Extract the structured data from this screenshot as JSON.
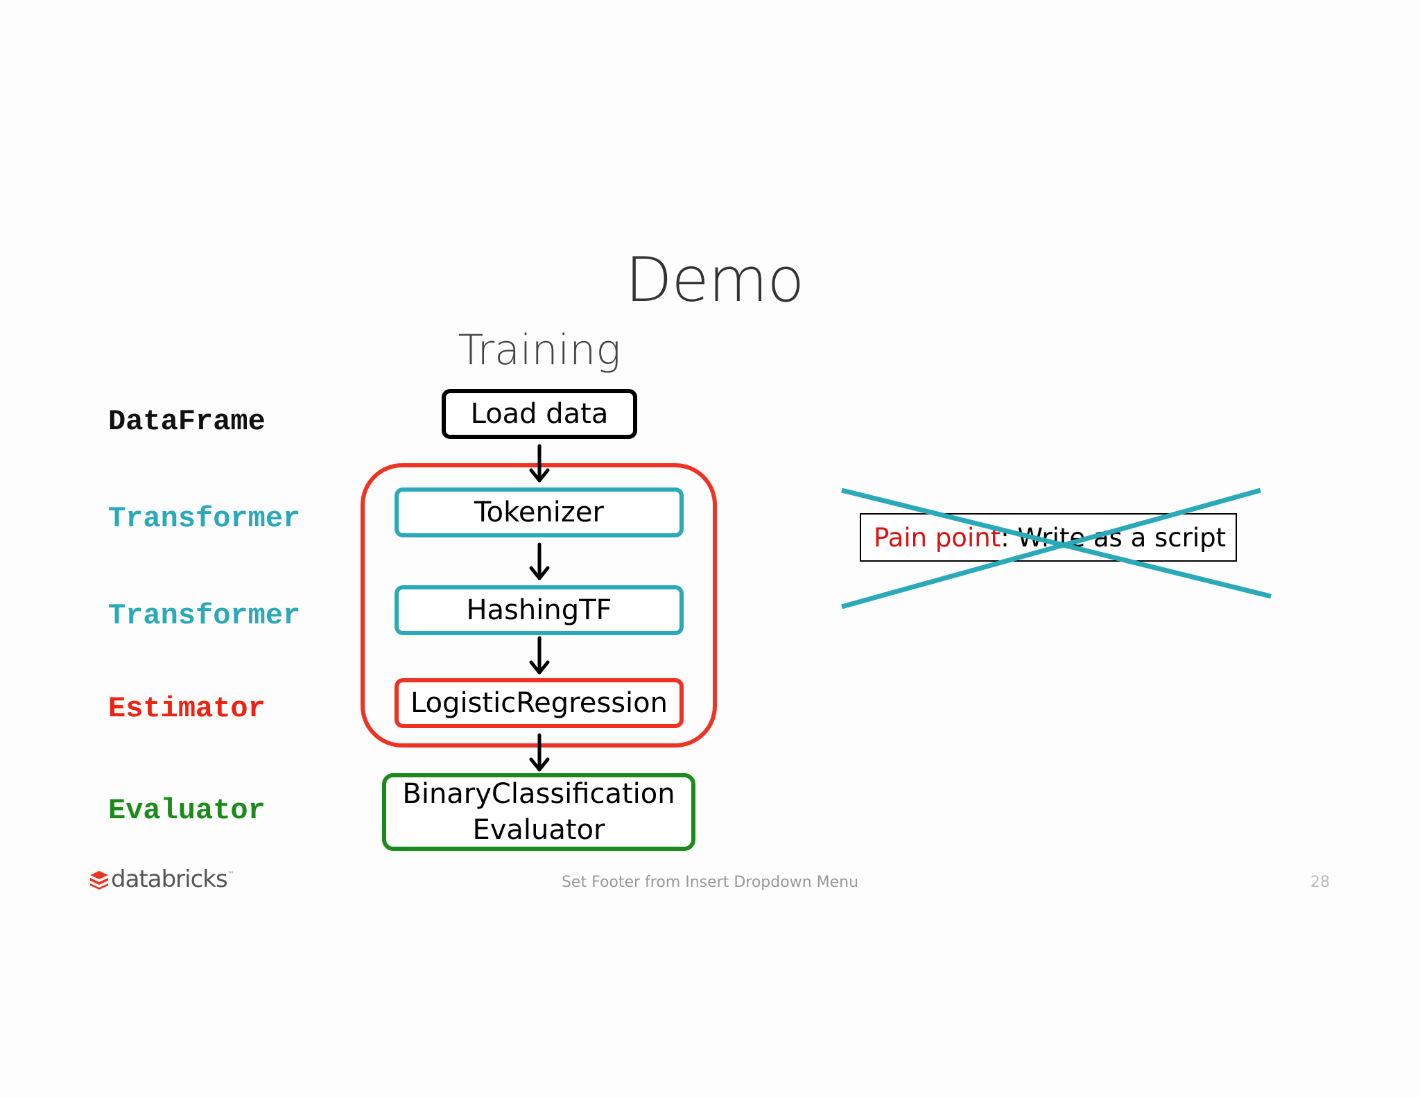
{
  "title": "Demo",
  "subtitle": "Training",
  "roles": [
    {
      "label": "DataFrame",
      "color": "#111111"
    },
    {
      "label": "Transformer",
      "color": "#2aa9b8"
    },
    {
      "label": "Transformer",
      "color": "#2aa9b8"
    },
    {
      "label": "Estimator",
      "color": "#ee2211"
    },
    {
      "label": "Evaluator",
      "color": "#1a8a1a"
    }
  ],
  "steps": {
    "load": "Load data",
    "tokenizer": "Tokenizer",
    "hashing": "HashingTF",
    "logreg": "LogisticRegression",
    "evaluator_line1": "BinaryClassification",
    "evaluator_line2": "Evaluator"
  },
  "pain_point": {
    "label": "Pain point",
    "separator": ": ",
    "text": "Write as a script",
    "label_color": "#dd1111",
    "cross_color": "#2aa9b8"
  },
  "footer": {
    "logo_text": "databricks",
    "logo_mark": "™",
    "text": "Set Footer from Insert Dropdown Menu",
    "page_number": "28"
  }
}
